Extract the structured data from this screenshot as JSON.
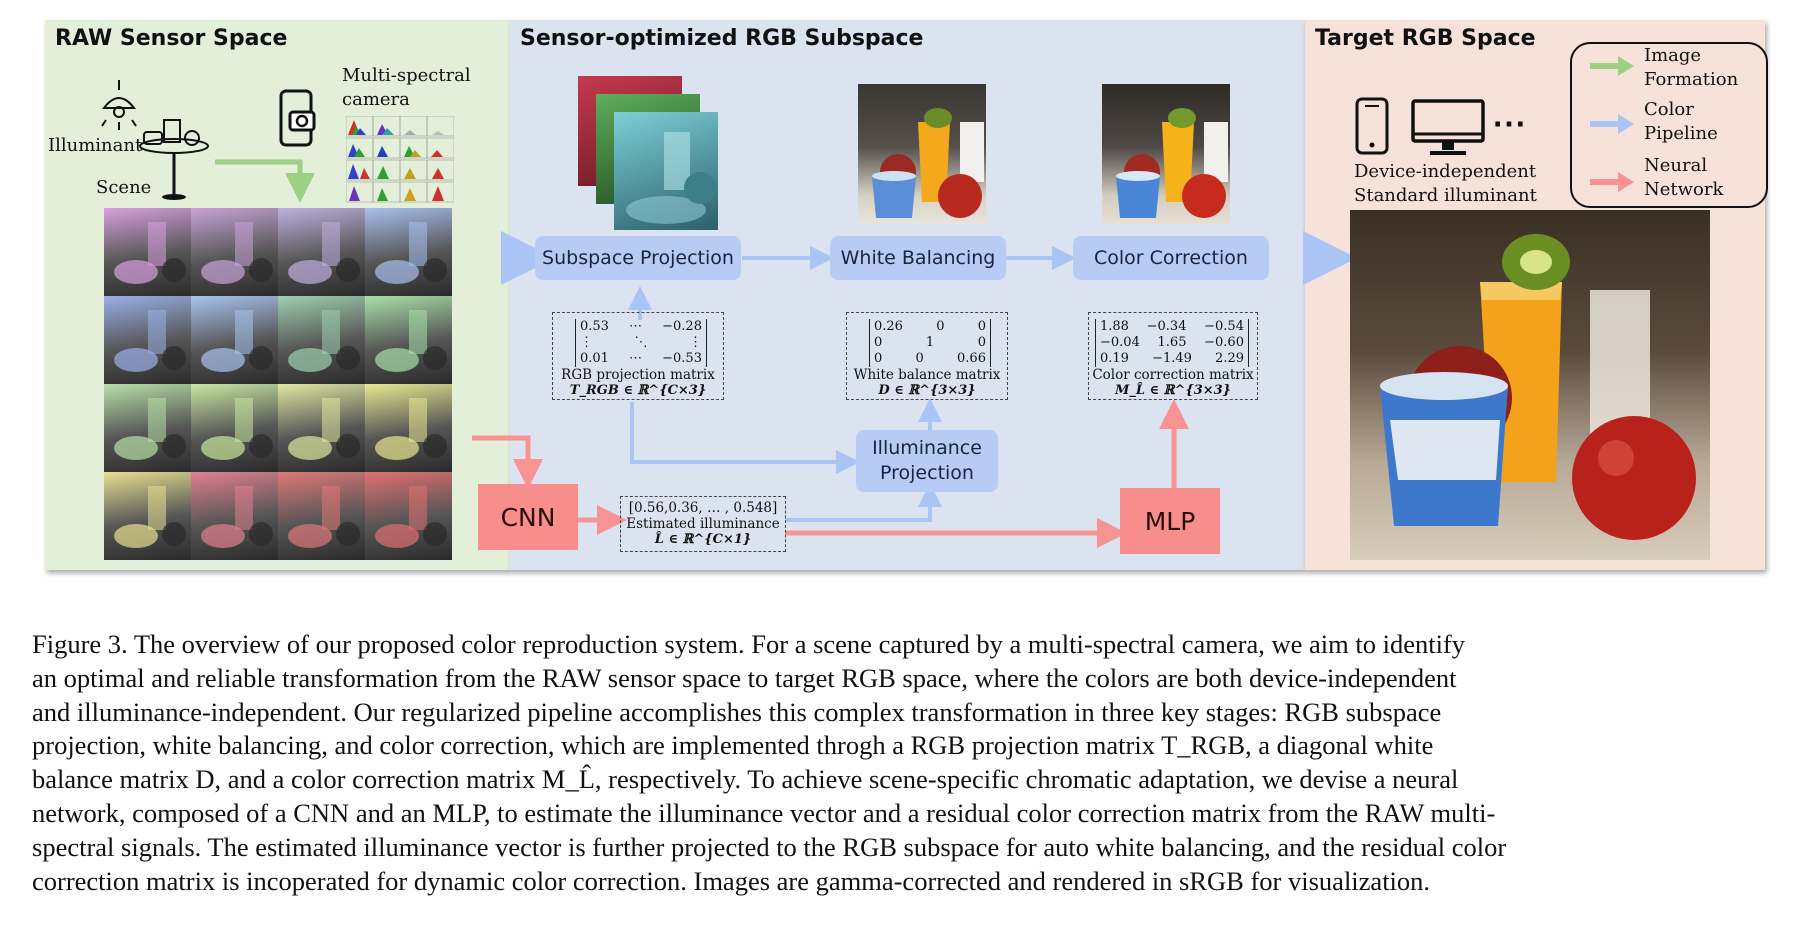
{
  "panels": {
    "raw_title": "RAW Sensor Space",
    "subspace_title": "Sensor-optimized RGB Subspace",
    "target_title": "Target RGB Space"
  },
  "raw": {
    "illuminant_label": "Illuminant",
    "scene_label": "Scene",
    "camera_label_1": "Multi-spectral",
    "camera_label_2": "camera",
    "tile_colors": [
      "#d8a0e0",
      "#c8a4d8",
      "#c0b0e0",
      "#a8c0f0",
      "#9ab0e8",
      "#a8c4f0",
      "#9ed0b0",
      "#a8e0a8",
      "#b8e0a8",
      "#c8e8a0",
      "#e0e8a0",
      "#e8e890",
      "#e8e090",
      "#e08090",
      "#e07878",
      "#e07070"
    ],
    "tile_tints": [
      "magenta",
      "violet",
      "lavender",
      "sky-blue",
      "blue",
      "light-blue",
      "teal",
      "green",
      "green",
      "yellow-green",
      "lime",
      "yellow",
      "gold",
      "red",
      "red",
      "red"
    ]
  },
  "pipeline": {
    "subspace_projection": "Subspace Projection",
    "white_balancing": "White Balancing",
    "color_correction": "Color Correction",
    "illuminance_projection_1": "Illuminance",
    "illuminance_projection_2": "Projection",
    "cnn": "CNN",
    "mlp": "MLP"
  },
  "matrices": {
    "rgb_projection": {
      "rows": [
        [
          "0.53",
          "⋯",
          "−0.28"
        ],
        [
          "⋮",
          "⋱",
          "⋮"
        ],
        [
          "0.01",
          "⋯",
          "−0.53"
        ]
      ],
      "label": "RGB projection matrix",
      "symbol": "T_RGB ∈ ℝ^{C×3}"
    },
    "white_balance": {
      "rows": [
        [
          "0.26",
          "0",
          "0"
        ],
        [
          "0",
          "1",
          "0"
        ],
        [
          "0",
          "0",
          "0.66"
        ]
      ],
      "label": "White balance matrix",
      "symbol": "D ∈ ℝ^{3×3}"
    },
    "color_correction": {
      "rows": [
        [
          "1.88",
          "−0.34",
          "−0.54"
        ],
        [
          "−0.04",
          "1.65",
          "−0.60"
        ],
        [
          "0.19",
          "−1.49",
          "2.29"
        ]
      ],
      "label": "Color correction matrix",
      "symbol": "M_L̂ ∈ ℝ^{3×3}"
    },
    "illuminance": {
      "vector": "[0.56,0.36, … , 0.548]",
      "label": "Estimated illuminance",
      "symbol": "L̂ ∈ ℝ^{C×1}"
    }
  },
  "target": {
    "device_label_1": "Device-independent",
    "device_label_2": "Standard illuminant",
    "ellipsis": "⋯"
  },
  "legend": {
    "items": [
      {
        "label_1": "Image",
        "label_2": "Formation",
        "color": "#9ed084"
      },
      {
        "label_1": "Color",
        "label_2": "Pipeline",
        "color": "#a9c4f5"
      },
      {
        "label_1": "Neural",
        "label_2": "Network",
        "color": "#f79493"
      }
    ]
  },
  "colors": {
    "green_arrow": "#9ed084",
    "blue_arrow": "#a9c4f5",
    "red_arrow": "#f79493"
  },
  "caption": {
    "lines": [
      "Figure 3. The overview of our proposed color reproduction system. For a scene captured by a multi-spectral camera, we aim to identify",
      "an optimal and reliable transformation from the RAW sensor space to target RGB space, where the colors are both device-independent",
      "and illuminance-independent.  Our regularized pipeline accomplishes this complex transformation in three key stages: RGB subspace",
      "projection, white balancing, and color correction, which are implemented throgh a RGB projection matrix T_RGB, a diagonal white",
      "balance matrix D, and a color correction matrix M_L̂, respectively. To achieve scene-specific chromatic adaptation, we devise a neural",
      "network, composed of a CNN and an MLP, to estimate the illuminance vector and a residual color correction matrix from the RAW multi-",
      "spectral signals. The estimated illuminance vector is further projected to the RGB subspace for auto white balancing, and the residual color",
      "correction matrix is incoperated for dynamic color correction. Images are gamma-corrected and rendered in sRGB for visualization."
    ]
  }
}
